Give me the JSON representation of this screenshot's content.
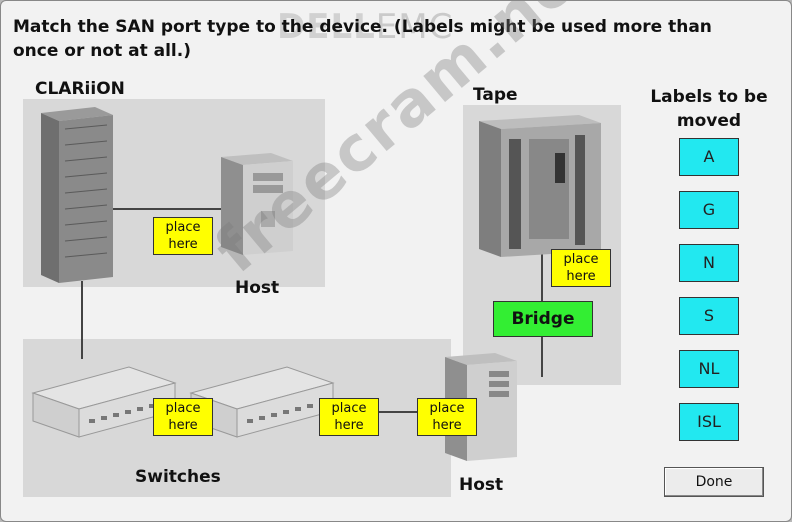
{
  "instruction": "Match the SAN port type to the device. (Labels might be used more than once or not at all.)",
  "logo": {
    "brand_a": "DELL",
    "brand_b": "EMC"
  },
  "watermark": "freecram.net",
  "devices": {
    "clariion": "CLARiiON",
    "host_top": "Host",
    "tape": "Tape",
    "switches": "Switches",
    "host_bottom": "Host",
    "bridge": "Bridge"
  },
  "drop_zones": [
    {
      "label": "place here"
    },
    {
      "label": "place here"
    },
    {
      "label": "place here"
    },
    {
      "label": "place here"
    },
    {
      "label": "place here"
    }
  ],
  "palette": {
    "title": "Labels to be moved",
    "labels": [
      "A",
      "G",
      "N",
      "S",
      "NL",
      "ISL"
    ]
  },
  "done_button": "Done",
  "colors": {
    "drop_zone": "#ffff00",
    "label_chip": "#22e8f0",
    "bridge": "#33ee33"
  }
}
